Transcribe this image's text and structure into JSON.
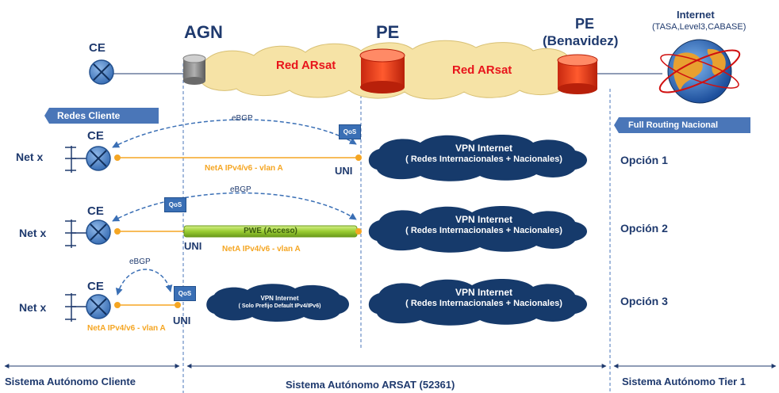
{
  "header": {
    "ce_top": "CE",
    "agn": "AGN",
    "pe": "PE",
    "pe_benavidez_line1": "PE",
    "pe_benavidez_line2": "(Benavidez)",
    "internet": "Internet",
    "internet_sub": "(TASA,Level3,CABASE)",
    "red_arsat_1": "Red ARsat",
    "red_arsat_2": "Red ARsat"
  },
  "tags": {
    "redes_cliente": "Redes Cliente",
    "full_routing": "Full Routing Nacional"
  },
  "options": [
    {
      "ce": "CE",
      "net": "Net x",
      "ebgp": "eBGP",
      "qos": "QoS",
      "uni": "UNI",
      "neta": "NetA IPv4/v6  - vlan A",
      "vpn_title": "VPN Internet",
      "vpn_sub": "( Redes Internacionales + Nacionales)",
      "label": "Opción 1"
    },
    {
      "ce": "CE",
      "net": "Net x",
      "ebgp": "eBGP",
      "qos": "QoS",
      "uni": "UNI",
      "pwe": "PWE (Acceso)",
      "neta": "NetA IPv4/v6  - vlan A",
      "vpn_title": "VPN Internet",
      "vpn_sub": "( Redes Internacionales + Nacionales)",
      "label": "Opción 2"
    },
    {
      "ce": "CE",
      "net": "Net x",
      "ebgp": "eBGP",
      "qos": "QoS",
      "uni": "UNI",
      "neta": "NetA IPv4/v6  - vlan A",
      "small_vpn_title": "VPN Internet",
      "small_vpn_sub": "( Solo Prefijo Default IPv4/IPv6)",
      "vpn_title": "VPN Internet",
      "vpn_sub": "( Redes Internacionales + Nacionales)",
      "label": "Opción 3"
    }
  ],
  "footer": {
    "cliente": "Sistema Autónomo  Cliente",
    "arsat": "Sistema Autónomo  ARSAT  (52361)",
    "tier1": "Sistema Autónomo  Tier 1"
  },
  "colors": {
    "navy": "#1f3a6e",
    "cloud_navy": "#163a6b",
    "router_blue": "#4a86c8",
    "orange_line": "#f5a623",
    "pe_red": "#e83a1c",
    "cloud_yellow": "#f6e3a6",
    "pwe_green": "#9acd32"
  }
}
